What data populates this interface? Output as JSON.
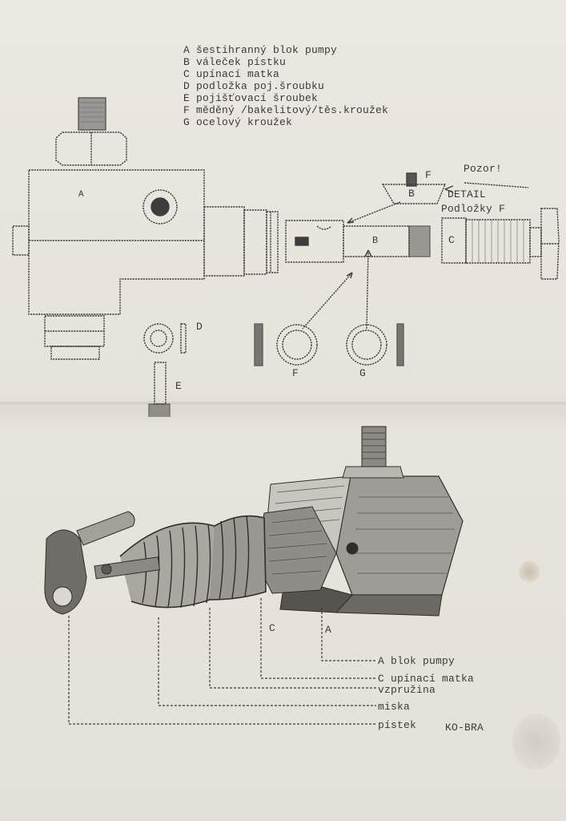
{
  "legend": [
    "A šestihranný blok pumpy",
    "B váleček pístku",
    "C upínací matka",
    "D podložka poj.šroubku",
    "E pojišťovací šroubek",
    "F měděný /bakelitový/těs.kroužek",
    "G ocelový kroužek"
  ],
  "top_diagram": {
    "labels": {
      "a": "A",
      "b": "B",
      "c": "C",
      "d": "D",
      "e": "E",
      "f": "F",
      "g": "G",
      "f_detail": "F"
    },
    "notes": {
      "pozor": "Pozor!",
      "detail": "DETAIL",
      "podlozky": "Podložky F"
    }
  },
  "bottom_diagram": {
    "letters": {
      "c": "C",
      "a": "A"
    },
    "callouts": [
      "A blok pumpy",
      "C upínací matka",
      "vzpružina",
      "miska",
      "pístek"
    ],
    "signature": "KO-BRA"
  },
  "colors": {
    "paper": "#e9e6df",
    "ink": "#3a3a3a"
  }
}
